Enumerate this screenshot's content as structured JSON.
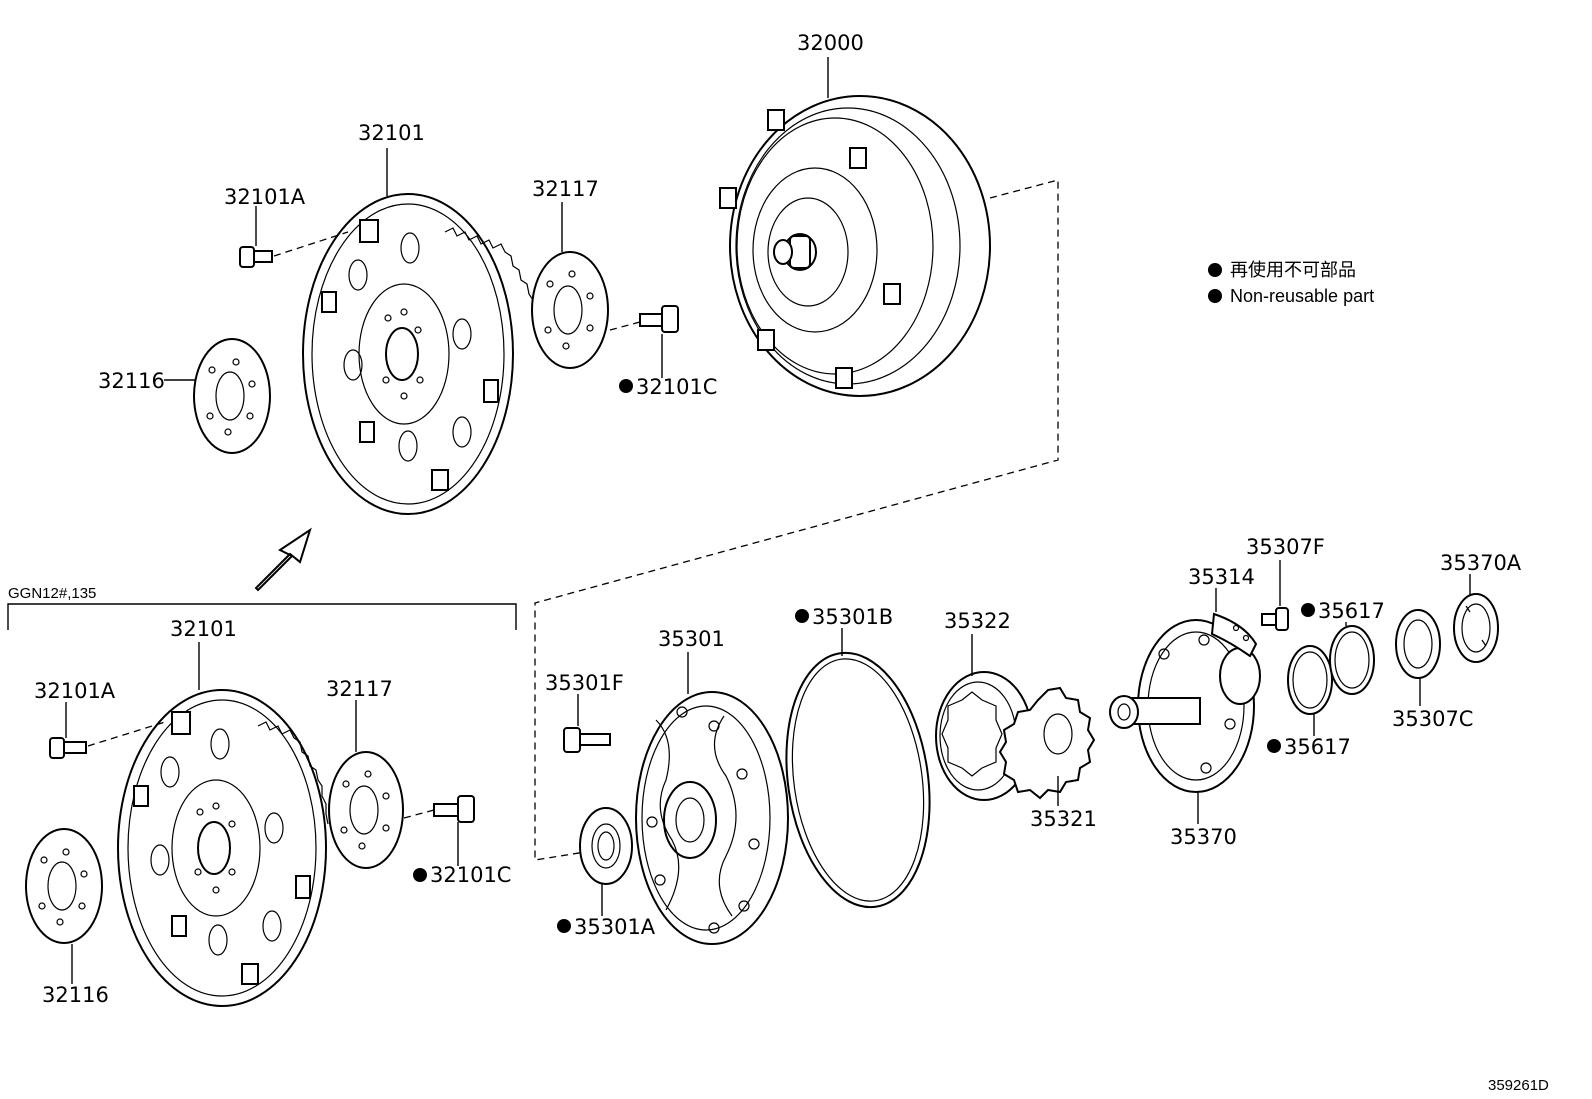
{
  "labels": {
    "p32000": "32000",
    "p32101_top": "32101",
    "p32101A_top": "32101A",
    "p32117_top": "32117",
    "p32116_top": "32116",
    "p32101C_top": "32101C",
    "group_code": "GGN12#,135",
    "p32101_bot": "32101",
    "p32101A_bot": "32101A",
    "p32117_bot": "32117",
    "p32101C_bot": "32101C",
    "p32116_bot": "32116",
    "p35301F": "35301F",
    "p35301": "35301",
    "p35301A": "35301A",
    "p35301B": "35301B",
    "p35322": "35322",
    "p35321": "35321",
    "p35314": "35314",
    "p35307F": "35307F",
    "p35370": "35370",
    "p35617_top": "35617",
    "p35617_bot": "35617",
    "p35370A": "35370A",
    "p35307C": "35307C",
    "diagram_id": "359261D"
  },
  "legend": {
    "jp": "再使用不可部品",
    "en": "Non-reusable part"
  },
  "colors": {
    "ink": "#000000",
    "paper": "#ffffff"
  }
}
